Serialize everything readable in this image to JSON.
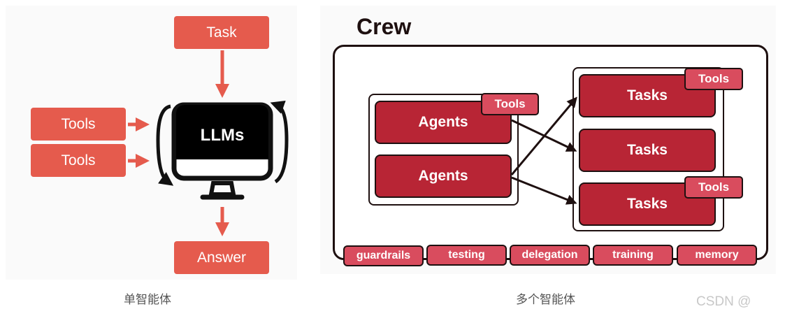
{
  "single_agent": {
    "task_label": "Task",
    "tools_labels": [
      "Tools",
      "Tools"
    ],
    "llms_label": "LLMs",
    "answer_label": "Answer",
    "caption": "单智能体"
  },
  "crew": {
    "title": "Crew",
    "agents": [
      "Agents",
      "Agents"
    ],
    "agent_tools_label": "Tools",
    "tasks": [
      "Tasks",
      "Tasks",
      "Tasks"
    ],
    "task_tools_labels": [
      "Tools",
      "Tools"
    ],
    "features": [
      "guardrails",
      "testing",
      "delegation",
      "training",
      "memory"
    ],
    "caption": "多个智能体"
  },
  "watermark": "CSDN @",
  "colors": {
    "salmon": "#e55b4d",
    "crimson": "#b82535",
    "tag": "#d94c5e",
    "ink": "#1e1010"
  }
}
